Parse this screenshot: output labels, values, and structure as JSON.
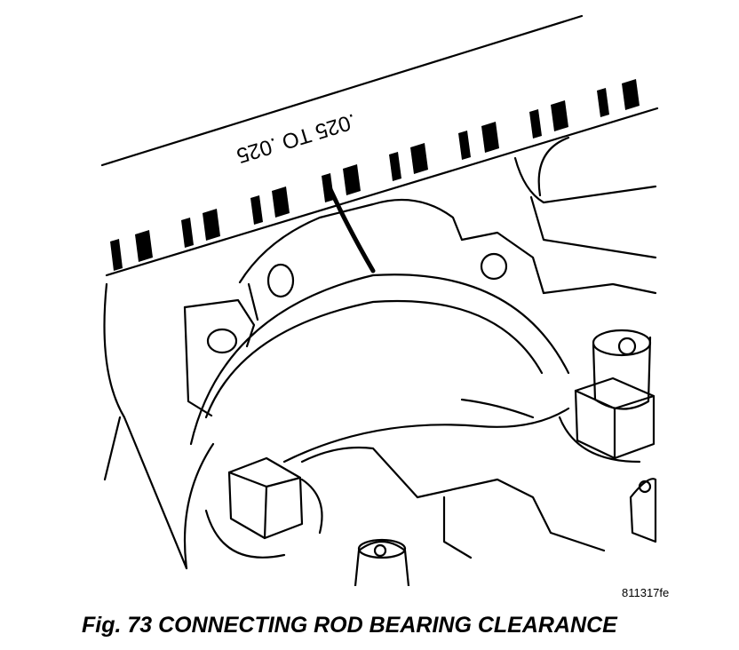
{
  "figure": {
    "gauge_label": ".025 TO .025",
    "reference_code": "811317fe",
    "caption": "Fig. 73 CONNECTING ROD BEARING CLEARANCE"
  }
}
